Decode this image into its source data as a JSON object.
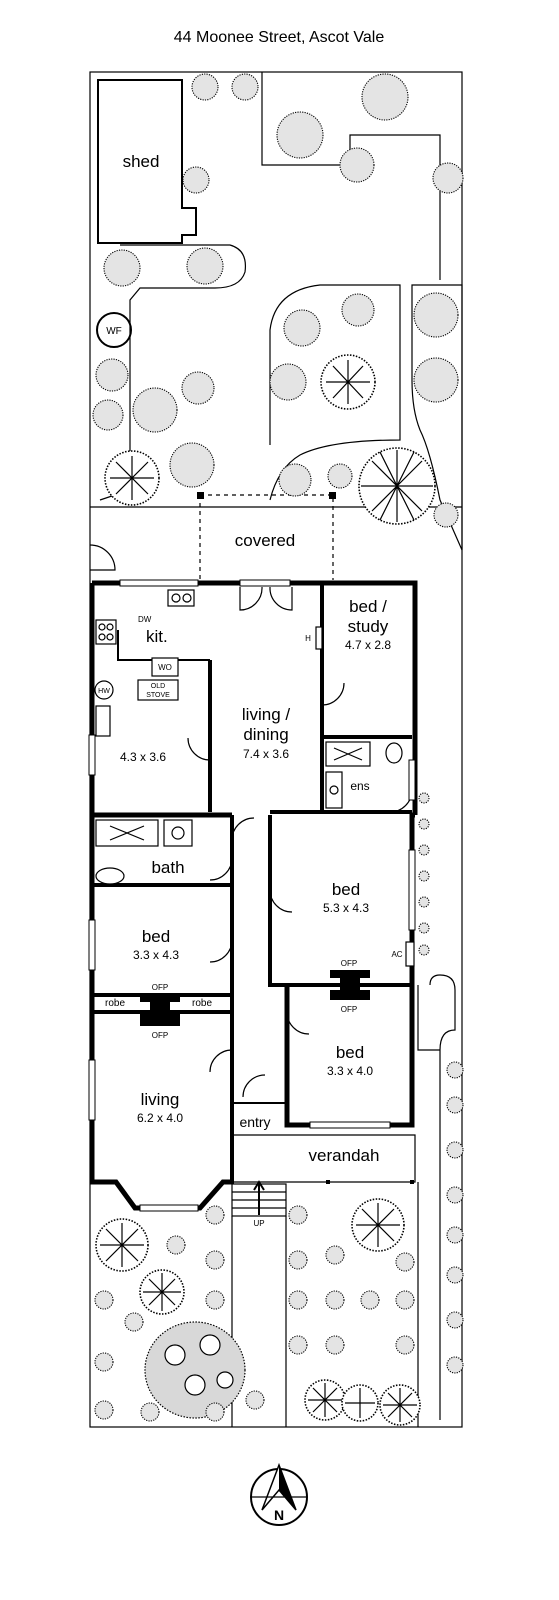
{
  "title": "44 Moonee Street, Ascot Vale",
  "rooms": {
    "shed": "shed",
    "covered": "covered",
    "kitchen": "kit.",
    "meals_dim": "4.3 x 3.6",
    "living_dining": "living /",
    "living_dining_2": "dining",
    "living_dining_dim": "7.4 x 3.6",
    "bed_study": "bed /",
    "bed_study_2": "study",
    "bed_study_dim": "4.7 x 2.8",
    "ens": "ens",
    "bath": "bath",
    "bed_master": "bed",
    "bed_master_dim": "5.3 x 4.3",
    "bed_west": "bed",
    "bed_west_dim": "3.3 x 4.3",
    "bed_front": "bed",
    "bed_front_dim": "3.3 x 4.0",
    "living": "living",
    "living_dim": "6.2 x 4.0",
    "entry": "entry",
    "verandah": "verandah"
  },
  "fixtures": {
    "wf": "WF",
    "dw": "DW",
    "wo": "WO",
    "hw": "HW",
    "old_stove_1": "OLD",
    "old_stove_2": "STOVE",
    "h": "H",
    "ac": "AC",
    "ofp_master": "OFP",
    "ofp_front": "OFP",
    "ofp_west": "OFP",
    "ofp_living": "OFP",
    "robe_left": "robe",
    "robe_right": "robe",
    "up": "UP"
  },
  "compass": {
    "north": "N",
    "icon": "north-arrow-icon"
  }
}
